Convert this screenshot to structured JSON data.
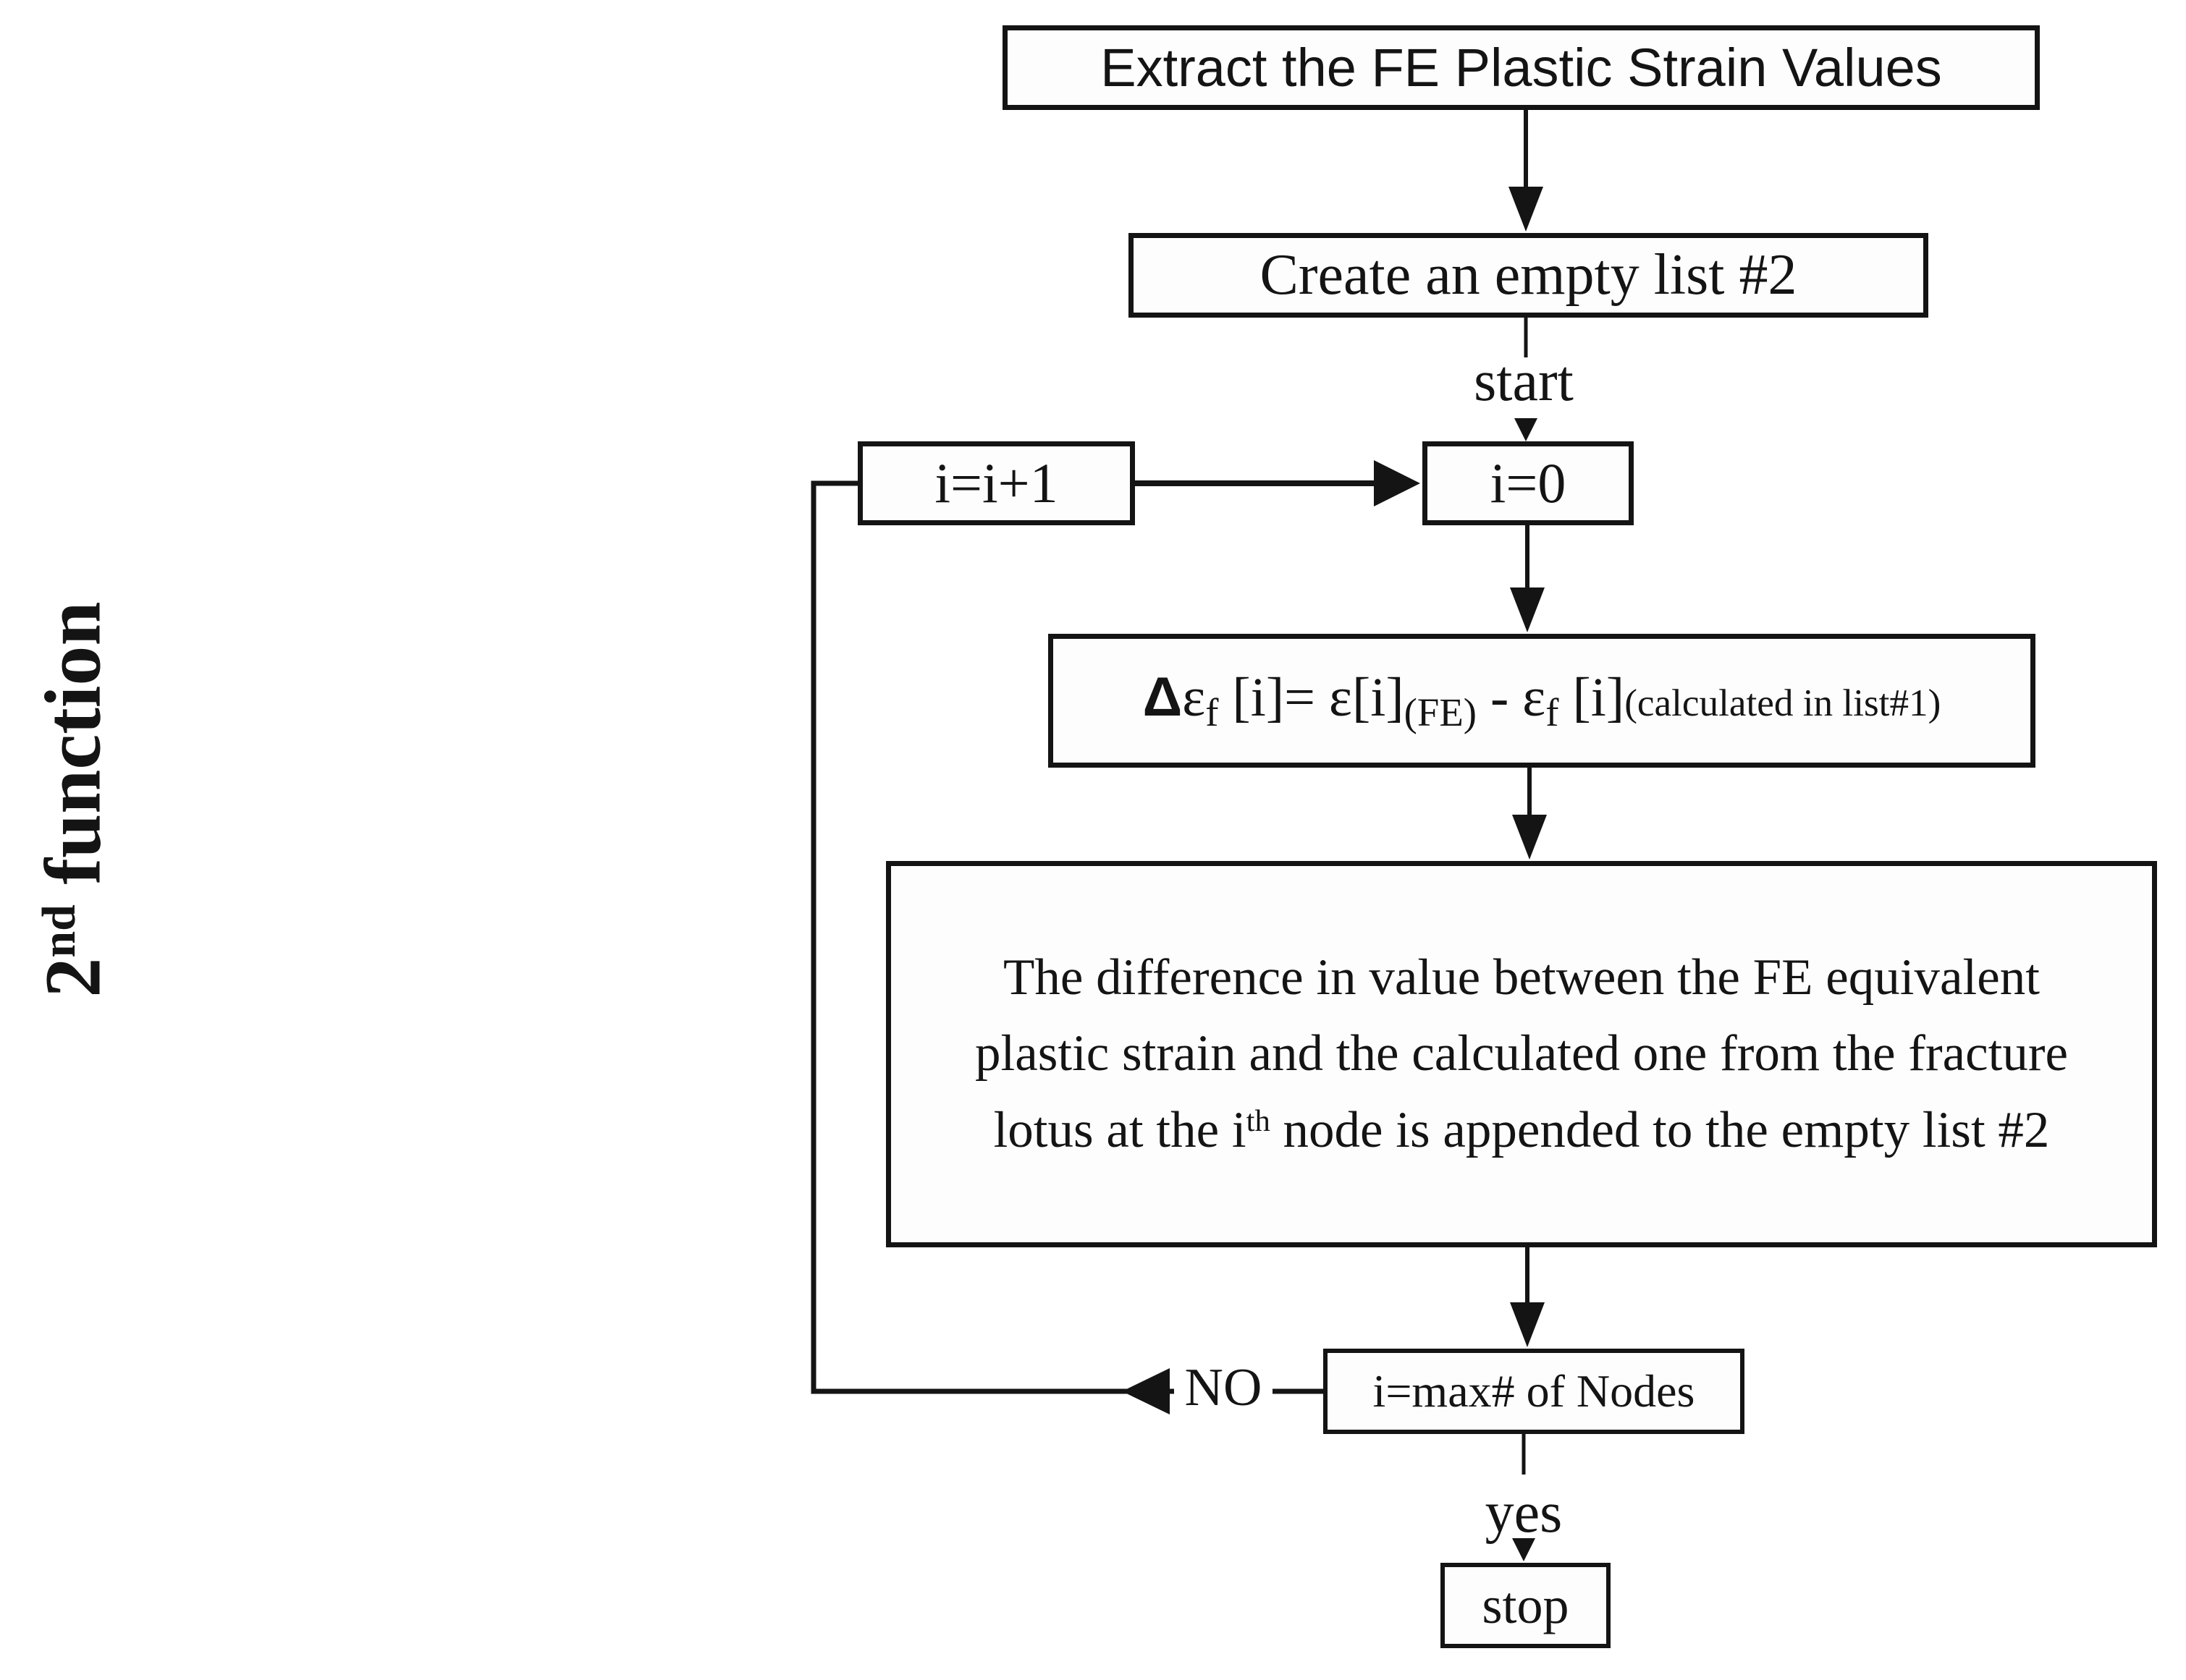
{
  "diagram": {
    "colors": {
      "ink": "#141414",
      "background": "#ffffff"
    },
    "side_label": {
      "base": "2",
      "sup": "nd",
      "rest": " function"
    },
    "boxes": {
      "extract": "Extract the FE Plastic Strain Values",
      "create": "Create an empty list #2",
      "start": "start",
      "increment": "i=i+1",
      "init": "i=0",
      "condition": "i=max# of Nodes",
      "no": "NO",
      "yes": "yes",
      "stop": "stop"
    },
    "formula": {
      "delta": "Δ",
      "eps1": "ε",
      "sub1": "f",
      "seg1": " [i]= ",
      "eps2": "ε",
      "seg2": "[i]",
      "sub2": "(FE)",
      "seg3": " - ",
      "eps3": "ε",
      "sub3": "f",
      "seg4": " [i]",
      "note": "(calculated in list#1)"
    },
    "description": {
      "line1": "The difference in value between the FE equivalent",
      "line2": "plastic strain and the calculated one from the fracture",
      "line3a": "lotus at the i",
      "line3sup": "th",
      "line3b": " node is appended to the empty list #2"
    }
  }
}
